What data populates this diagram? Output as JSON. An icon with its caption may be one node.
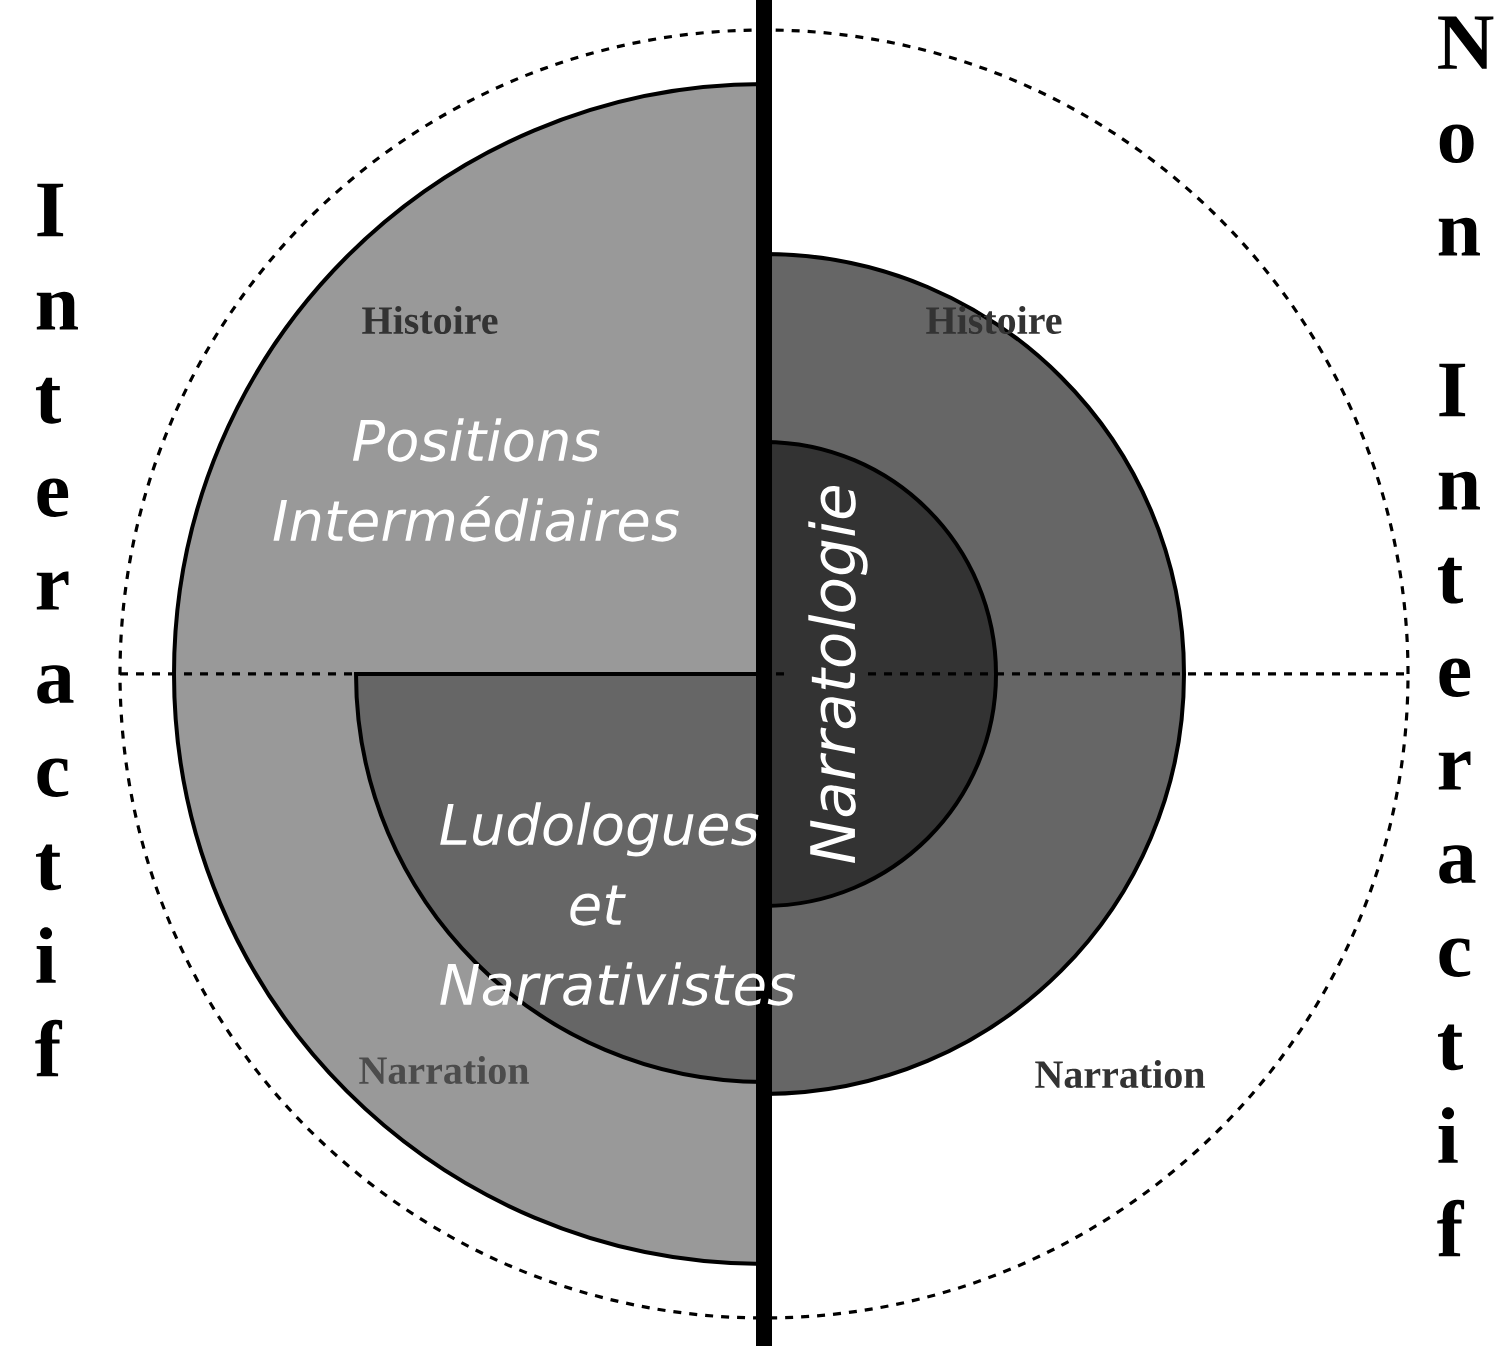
{
  "diagram": {
    "nodes": [
      {
        "text": [
          "Histoire",
          "Positions Intermédiaires",
          "Narration"
        ]
      },
      {
        "text": [
          "Ludologues et Narrativistes"
        ],
        "in": 0
      },
      {
        "text": [],
        "shape": "semicircle"
      },
      {
        "text": [
          "Narratologie"
        ],
        "in": 2
      }
    ],
    "labels": [
      "Interactif",
      "Non",
      "Interactif",
      "Histoire",
      "Narration"
    ]
  }
}
